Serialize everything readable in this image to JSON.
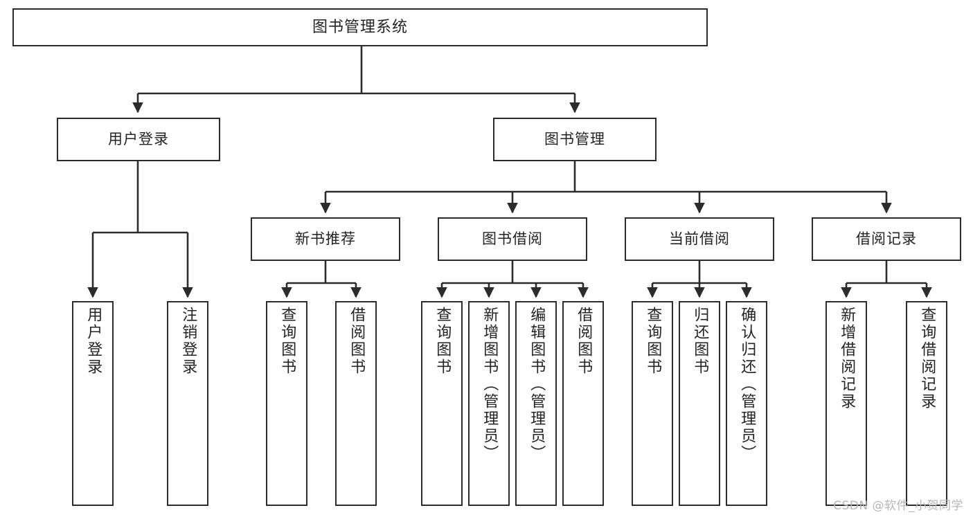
{
  "diagram": {
    "type": "tree",
    "title": "图书管理系统",
    "watermark": "CSDN @软件_小贺同学",
    "colors": {
      "box_border": "#2b2b2b",
      "box_fill": "#ffffff",
      "link": "#2b2b2b",
      "text": "#232323",
      "watermark": "#b6b6b6",
      "background": "#ffffff"
    },
    "nodes": {
      "root": {
        "label": "图书管理系统"
      },
      "level2": [
        {
          "id": "user-login",
          "label": "用户登录"
        },
        {
          "id": "book-manage",
          "label": "图书管理"
        }
      ],
      "level3": [
        {
          "id": "new-book-recommend",
          "label": "新书推荐"
        },
        {
          "id": "book-borrow",
          "label": "图书借阅"
        },
        {
          "id": "current-borrow",
          "label": "当前借阅"
        },
        {
          "id": "borrow-record",
          "label": "借阅记录"
        }
      ],
      "leaves": {
        "user-login": [
          {
            "id": "leaf-user-login",
            "label": "用户登录"
          },
          {
            "id": "leaf-logout-login",
            "label": "注销登录"
          }
        ],
        "new-book-recommend": [
          {
            "id": "leaf-query-book-1",
            "label": "查询图书"
          },
          {
            "id": "leaf-borrow-book-1",
            "label": "借阅图书"
          }
        ],
        "book-borrow": [
          {
            "id": "leaf-query-book-2",
            "label": "查询图书"
          },
          {
            "id": "leaf-add-book",
            "label": "新增图书（管理员）"
          },
          {
            "id": "leaf-edit-book",
            "label": "编辑图书（管理员）"
          },
          {
            "id": "leaf-borrow-book-2",
            "label": "借阅图书"
          }
        ],
        "current-borrow": [
          {
            "id": "leaf-query-book-3",
            "label": "查询图书"
          },
          {
            "id": "leaf-return-book",
            "label": "归还图书"
          },
          {
            "id": "leaf-confirm-return",
            "label": "确认归还（管理员）"
          }
        ],
        "borrow-record": [
          {
            "id": "leaf-add-record",
            "label": "新增借阅记录"
          },
          {
            "id": "leaf-query-record",
            "label": "查询借阅记录"
          }
        ]
      }
    }
  }
}
